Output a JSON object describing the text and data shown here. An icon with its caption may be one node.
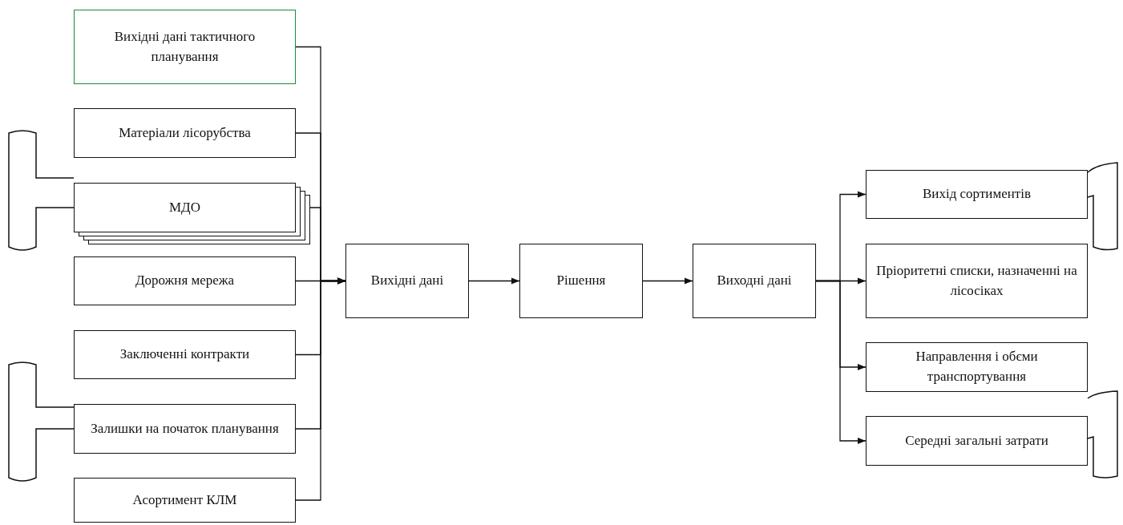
{
  "diagram": {
    "nodes": [
      {
        "text": [
          "Вихідні дані тактичного планування"
        ]
      },
      {
        "text": [
          "Матеріали лісорубства"
        ]
      },
      {
        "text": [
          "МДО"
        ]
      },
      {
        "text": [
          "Дорожня мережа"
        ]
      },
      {
        "text": [
          "Заключенні контракти"
        ]
      },
      {
        "text": [
          "Залишки на початок планування"
        ]
      },
      {
        "text": [
          "Асортимент КЛМ"
        ]
      },
      {
        "text": [
          "Вихідні дані"
        ]
      },
      {
        "text": [
          "Рішення"
        ]
      },
      {
        "text": [
          "Виходні дані"
        ]
      },
      {
        "text": [
          "Вихід сортиментів"
        ]
      },
      {
        "text": [
          "Пріоритетні списки, назначенні на лісосіках"
        ]
      },
      {
        "text": [
          "Направлення і обєми транспортування"
        ]
      },
      {
        "text": [
          "Середні загальні затрати"
        ]
      }
    ],
    "edges": [
      {
        "from": 0,
        "to": 7,
        "arrow": "to"
      },
      {
        "from": 1,
        "to": 7,
        "arrow": "to"
      },
      {
        "from": 2,
        "to": 7,
        "arrow": "to"
      },
      {
        "from": 3,
        "to": 7,
        "arrow": "to"
      },
      {
        "from": 4,
        "to": 7,
        "arrow": "to"
      },
      {
        "from": 5,
        "to": 7,
        "arrow": "to"
      },
      {
        "from": 6,
        "to": 7,
        "arrow": "to"
      },
      {
        "from": 7,
        "to": 8,
        "arrow": "to"
      },
      {
        "from": 8,
        "to": 9,
        "arrow": "to"
      },
      {
        "from": 9,
        "to": 10,
        "arrow": "to"
      },
      {
        "from": 9,
        "to": 11,
        "arrow": "to"
      },
      {
        "from": 9,
        "to": 12,
        "arrow": "to"
      },
      {
        "from": 9,
        "to": 13,
        "arrow": "to"
      }
    ]
  }
}
